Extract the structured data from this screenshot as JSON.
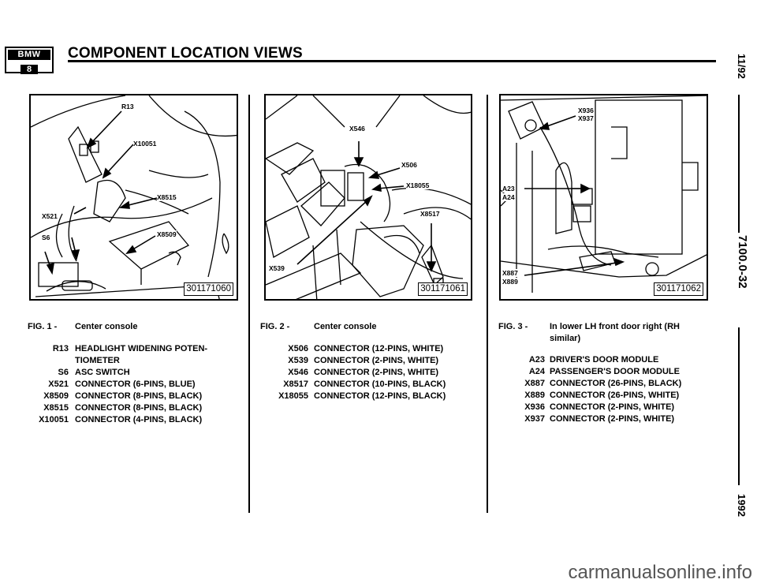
{
  "header": {
    "logo_top": "BMW",
    "logo_bottom": "8",
    "title": "COMPONENT LOCATION VIEWS"
  },
  "sidebar": {
    "date": "11/92",
    "section": "7100.0-32",
    "year": "1992"
  },
  "figures": [
    {
      "part_number": "301171060",
      "labels": [
        "R13",
        "X10051",
        "X8515",
        "X521",
        "S6",
        "X8509"
      ],
      "legend": {
        "fig": "FIG. 1 -",
        "caption": "Center console",
        "items": [
          {
            "code": "R13",
            "desc": "HEADLIGHT WIDENING POTEN-"
          },
          {
            "code": "",
            "desc": "TIOMETER"
          },
          {
            "code": "S6",
            "desc": "ASC SWITCH"
          },
          {
            "code": "X521",
            "desc": "CONNECTOR (6-PINS, BLUE)"
          },
          {
            "code": "X8509",
            "desc": "CONNECTOR (8-PINS, BLACK)"
          },
          {
            "code": "X8515",
            "desc": "CONNECTOR (8-PINS, BLACK)"
          },
          {
            "code": "X10051",
            "desc": "CONNECTOR (4-PINS, BLACK)"
          }
        ]
      }
    },
    {
      "part_number": "301171061",
      "labels": [
        "X546",
        "X506",
        "X18055",
        "X8517",
        "X539"
      ],
      "legend": {
        "fig": "FIG. 2 -",
        "caption": "Center console",
        "items": [
          {
            "code": "X506",
            "desc": "CONNECTOR (12-PINS, WHITE)"
          },
          {
            "code": "X539",
            "desc": "CONNECTOR (2-PINS, WHITE)"
          },
          {
            "code": "X546",
            "desc": "CONNECTOR (2-PINS, WHITE)"
          },
          {
            "code": "X8517",
            "desc": "CONNECTOR (10-PINS, BLACK)"
          },
          {
            "code": "X18055",
            "desc": "CONNECTOR (12-PINS, BLACK)"
          }
        ]
      }
    },
    {
      "part_number": "301171062",
      "labels": [
        "X936",
        "X937",
        "A23",
        "A24",
        "X887",
        "X889"
      ],
      "legend": {
        "fig": "FIG. 3 -",
        "caption": "In lower LH front door right (RH",
        "caption2": "similar)",
        "items": [
          {
            "code": "A23",
            "desc": "DRIVER'S DOOR MODULE"
          },
          {
            "code": "A24",
            "desc": "PASSENGER'S DOOR MODULE"
          },
          {
            "code": "X887",
            "desc": "CONNECTOR (26-PINS, BLACK)"
          },
          {
            "code": "X889",
            "desc": "CONNECTOR (26-PINS, WHITE)"
          },
          {
            "code": "X936",
            "desc": "CONNECTOR (2-PINS, WHITE)"
          },
          {
            "code": "X937",
            "desc": "CONNECTOR (2-PINS, WHITE)"
          }
        ]
      }
    }
  ],
  "watermark": "carmanualsonline.info"
}
